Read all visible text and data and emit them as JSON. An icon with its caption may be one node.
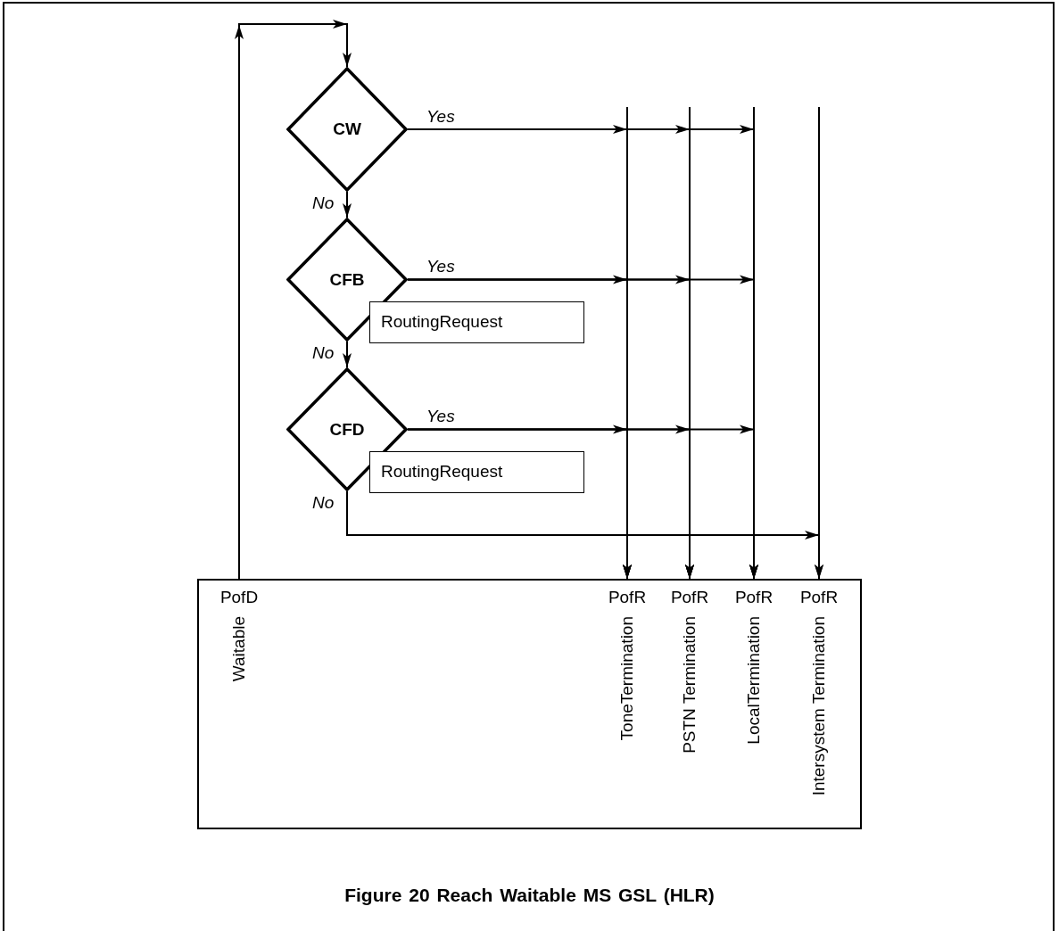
{
  "diagram": {
    "caption": "Figure 20 Reach Waitable MS GSL (HLR)",
    "nodes": [
      {
        "text": [
          "CW"
        ]
      },
      {
        "text": [
          "CFB"
        ]
      },
      {
        "text": [
          "RoutingRequest"
        ]
      },
      {
        "text": [
          "CFD"
        ]
      },
      {
        "text": [
          "RoutingRequest"
        ]
      },
      {
        "text": [],
        "shape": "box"
      },
      {
        "text": [
          "PofD",
          "Waitable"
        ],
        "in": 5
      },
      {
        "text": [
          "PofR",
          "ToneTermination"
        ],
        "in": 5
      },
      {
        "text": [
          "PofR",
          "PSTN Termination"
        ],
        "in": 5
      },
      {
        "text": [
          "PofR",
          "LocalTermination"
        ],
        "in": 5
      },
      {
        "text": [
          "PofR",
          "Intersystem Termination"
        ],
        "in": 5
      }
    ],
    "edges": [
      {
        "from": 6,
        "to": 0,
        "arrow": "to"
      },
      {
        "from": 0,
        "to": 1,
        "arrow": "to",
        "label": "No"
      },
      {
        "from": 1,
        "to": 3,
        "arrow": "to",
        "label": "No"
      },
      {
        "from": 3,
        "to": 10,
        "arrow": "to",
        "label": "No"
      },
      {
        "from": 0,
        "to": 7,
        "arrow": "to",
        "label": "Yes"
      },
      {
        "from": 0,
        "to": 8,
        "arrow": "to"
      },
      {
        "from": 0,
        "to": 9,
        "arrow": "to"
      },
      {
        "from": 1,
        "to": 7,
        "arrow": "to",
        "label": "Yes"
      },
      {
        "from": 1,
        "to": 8,
        "arrow": "to"
      },
      {
        "from": 1,
        "to": 9,
        "arrow": "to"
      },
      {
        "from": 3,
        "to": 7,
        "arrow": "to",
        "label": "Yes"
      },
      {
        "from": 3,
        "to": 8,
        "arrow": "to"
      },
      {
        "from": 3,
        "to": 9,
        "arrow": "to"
      },
      {
        "from": null,
        "to": 7,
        "arrow": "to"
      },
      {
        "from": null,
        "to": 8,
        "arrow": "to"
      },
      {
        "from": null,
        "to": 9,
        "arrow": "to"
      },
      {
        "from": null,
        "to": 10,
        "arrow": "to"
      }
    ]
  }
}
